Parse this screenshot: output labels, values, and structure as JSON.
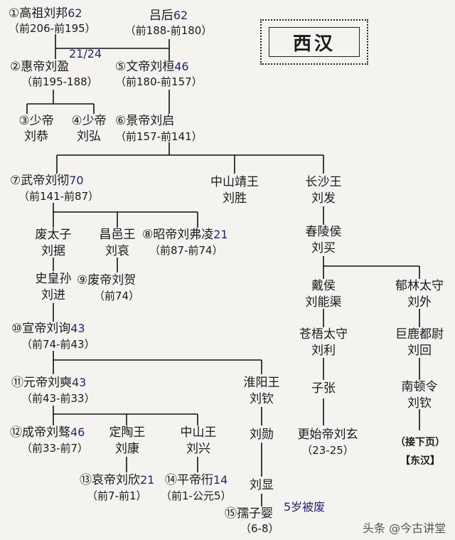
{
  "title": "西汉",
  "nodes": {
    "gaozu": {
      "name": "①高祖刘邦",
      "age": "62",
      "years": "（前206-前195）"
    },
    "lvhou": {
      "name": "吕后",
      "age": "62",
      "years": "（前188-前180）"
    },
    "huidi": {
      "name": "②惠帝刘盈",
      "age": "21/24",
      "years": "（前195-188）"
    },
    "wendi": {
      "name": "⑤文帝刘桓",
      "age": "46",
      "years": "（前180-前157）"
    },
    "shaodi3": {
      "line1": "③少帝",
      "line2": "刘恭"
    },
    "shaodi4": {
      "line1": "④少帝",
      "line2": "刘弘"
    },
    "jingdi": {
      "name": "⑥景帝刘启",
      "years": "（前157-前141）"
    },
    "wudi": {
      "name": "⑦武帝刘彻",
      "age": "70",
      "years": "（前141-前87）"
    },
    "zhongshanjing": {
      "line1": "中山靖王",
      "line2": "刘胜"
    },
    "changsha": {
      "line1": "长沙王",
      "line2": "刘发"
    },
    "feitaizi": {
      "line1": "废太子",
      "line2": "刘据"
    },
    "changyi": {
      "line1": "昌邑王",
      "line2": "刘哀"
    },
    "zhaodi": {
      "name": "⑧昭帝刘弗凌",
      "age": "21",
      "years": "（前87-前74）"
    },
    "chunling": {
      "line1": "春陵侯",
      "line2": "刘买"
    },
    "shihuangsun": {
      "line1": "史皇孙",
      "line2": "刘进"
    },
    "feidi": {
      "name": "⑨废帝刘贺",
      "years": "（前74）"
    },
    "daihou": {
      "line1": "戴侯",
      "line2": "刘能渠"
    },
    "yulin": {
      "line1": "郁林太守",
      "line2": "刘外"
    },
    "xuandi": {
      "name": "⑩宣帝刘询",
      "age": "43",
      "years": "（前74-前43）"
    },
    "cangwu": {
      "line1": "苍梧太守",
      "line2": "刘利"
    },
    "julu": {
      "line1": "巨鹿都尉",
      "line2": "刘回"
    },
    "yuandi": {
      "name": "⑪元帝刘奭",
      "age": "43",
      "years": "（前43-前33）"
    },
    "huaiyang": {
      "line1": "淮阳王",
      "line2": "刘钦"
    },
    "zizhang": {
      "line1": "子张"
    },
    "nandun": {
      "line1": "南顿令",
      "line2": "刘钦"
    },
    "chengdi": {
      "name": "⑫成帝刘骜",
      "age": "46",
      "years": "（前33-前7）"
    },
    "dingtao": {
      "line1": "定陶王",
      "line2": "刘康"
    },
    "zhongshan": {
      "line1": "中山王",
      "line2": "刘兴"
    },
    "liuxun": {
      "line1": "刘勋"
    },
    "gengshi": {
      "name": "更始帝刘玄",
      "years": "（23-25）"
    },
    "aidi": {
      "name": "⑬哀帝刘欣",
      "age": "21",
      "years": "（前7-前1）"
    },
    "pingdi": {
      "name": "⑭平帝衎",
      "age": "14",
      "years": "（前1-公元5）"
    },
    "liuxian": {
      "line1": "刘显"
    },
    "ruzi": {
      "name": "⑮孺子婴",
      "years": "（6-8）"
    }
  },
  "note_deposed": "5岁被废",
  "next_page": {
    "line1": "（接下页）",
    "line2": "【东汉】"
  },
  "watermark": "头条 @今古讲堂"
}
